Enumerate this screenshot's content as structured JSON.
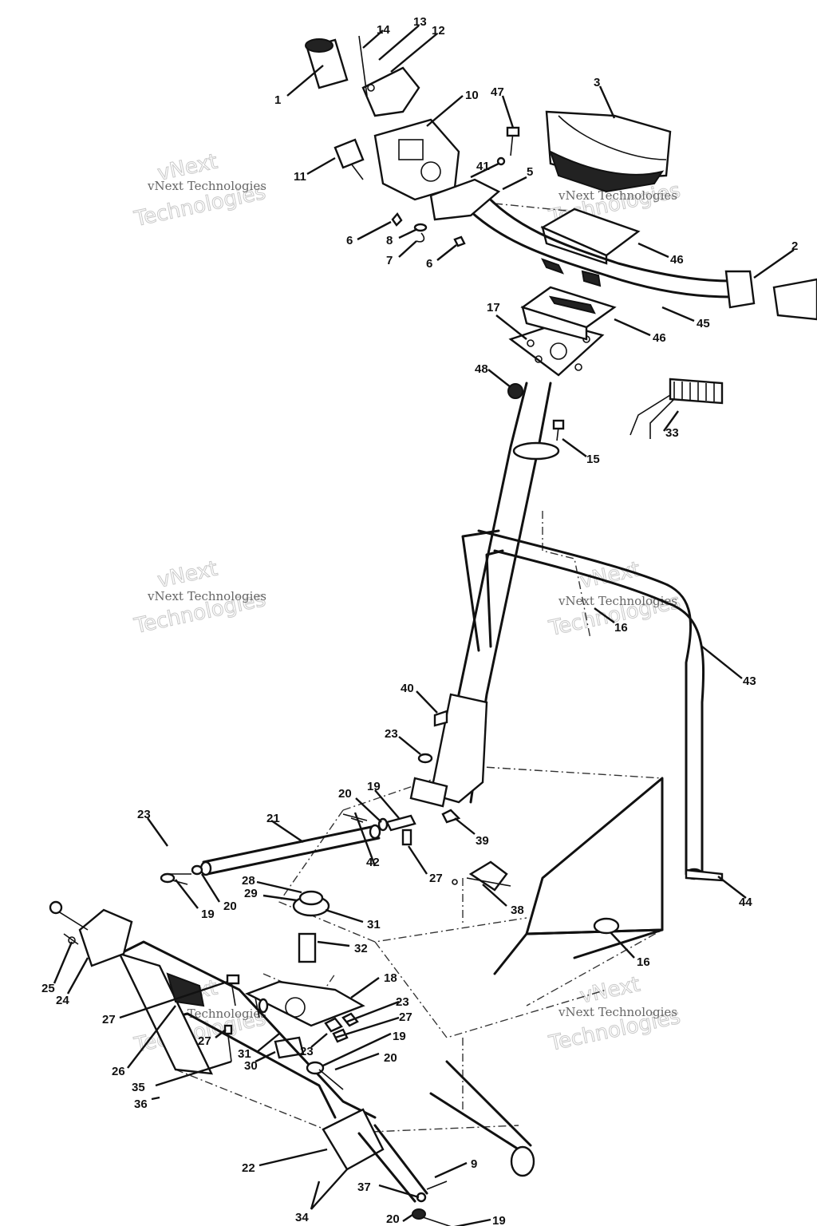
{
  "watermark": {
    "line1": "vNext",
    "line2": "Technologies",
    "small": "vNext Technologies"
  },
  "callouts": [
    {
      "n": "1"
    },
    {
      "n": "14"
    },
    {
      "n": "13"
    },
    {
      "n": "12"
    },
    {
      "n": "10"
    },
    {
      "n": "47"
    },
    {
      "n": "3"
    },
    {
      "n": "11"
    },
    {
      "n": "41"
    },
    {
      "n": "5"
    },
    {
      "n": "6"
    },
    {
      "n": "8"
    },
    {
      "n": "7"
    },
    {
      "n": "6"
    },
    {
      "n": "46"
    },
    {
      "n": "2"
    },
    {
      "n": "45"
    },
    {
      "n": "17"
    },
    {
      "n": "46"
    },
    {
      "n": "48"
    },
    {
      "n": "33"
    },
    {
      "n": "15"
    },
    {
      "n": "16"
    },
    {
      "n": "43"
    },
    {
      "n": "40"
    },
    {
      "n": "23"
    },
    {
      "n": "19"
    },
    {
      "n": "20"
    },
    {
      "n": "21"
    },
    {
      "n": "39"
    },
    {
      "n": "23"
    },
    {
      "n": "42"
    },
    {
      "n": "27"
    },
    {
      "n": "28"
    },
    {
      "n": "29"
    },
    {
      "n": "19"
    },
    {
      "n": "20"
    },
    {
      "n": "38"
    },
    {
      "n": "44"
    },
    {
      "n": "31"
    },
    {
      "n": "32"
    },
    {
      "n": "16"
    },
    {
      "n": "25"
    },
    {
      "n": "24"
    },
    {
      "n": "18"
    },
    {
      "n": "23"
    },
    {
      "n": "27"
    },
    {
      "n": "27"
    },
    {
      "n": "19"
    },
    {
      "n": "27"
    },
    {
      "n": "31"
    },
    {
      "n": "23"
    },
    {
      "n": "26"
    },
    {
      "n": "30"
    },
    {
      "n": "20"
    },
    {
      "n": "35"
    },
    {
      "n": "36"
    },
    {
      "n": "22"
    },
    {
      "n": "9"
    },
    {
      "n": "37"
    },
    {
      "n": "20"
    },
    {
      "n": "19"
    },
    {
      "n": "34"
    }
  ]
}
